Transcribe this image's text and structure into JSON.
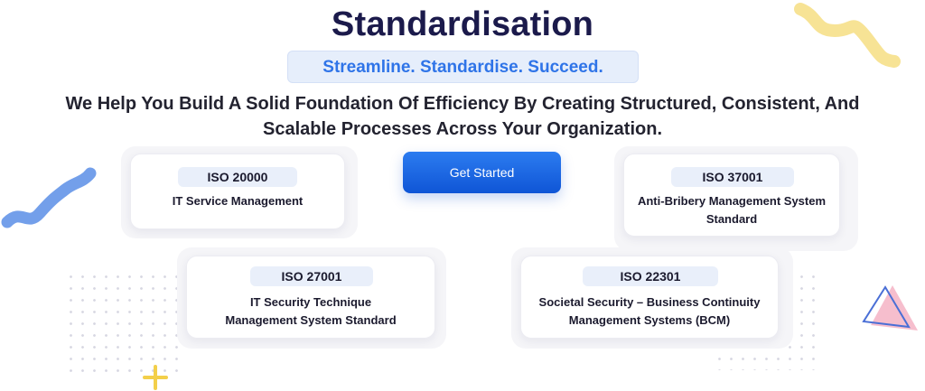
{
  "header": {
    "title": "Standardisation",
    "tagline": "Streamline. Standardise. Succeed.",
    "headline_line1": "We Help You Build A Solid Foundation Of Efficiency By Creating Structured, Consistent, And",
    "headline_line2": "Scalable Processes Across Your Organization."
  },
  "cta": {
    "label": "Get Started"
  },
  "standards": [
    {
      "code": "ISO 20000",
      "desc_line1": "IT Service Management",
      "desc_line2": ""
    },
    {
      "code": "ISO 27001",
      "desc_line1": "IT Security Technique",
      "desc_line2": "Management System Standard"
    },
    {
      "code": "ISO 37001",
      "desc_line1": "Anti-Bribery Management System",
      "desc_line2": "Standard"
    },
    {
      "code": "ISO 22301",
      "desc_line1": "Societal Security – Business Continuity",
      "desc_line2": "Management Systems (BCM)"
    }
  ],
  "colors": {
    "title": "#1b1a4b",
    "accent_blue": "#2f74e8",
    "button_top": "#2c7cf0",
    "button_bottom": "#0f55d6",
    "squiggle_blue": "#5b8ee6",
    "squiggle_yellow": "#f6e08a",
    "triangle_pink": "#f4b3c4",
    "triangle_outline": "#4a6fd6",
    "sparkle_yellow": "#f3cf4a"
  },
  "icons": [
    "blue-squiggle-icon",
    "yellow-squiggle-icon",
    "triangles-icon",
    "sparkle-icon"
  ]
}
